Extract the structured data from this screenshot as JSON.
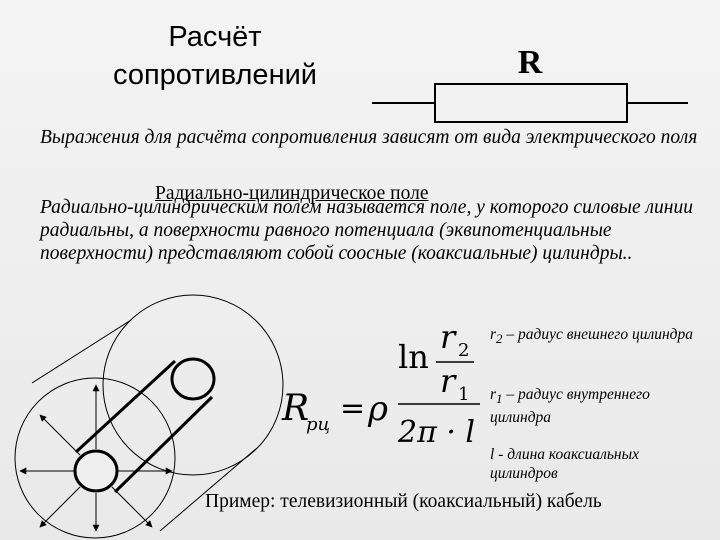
{
  "slide": {
    "title_line1": "Расчёт",
    "title_line2": "сопротивлений",
    "resistor_label": "R"
  },
  "text": {
    "intro": "Выражения для расчёта сопротивления зависят от вида электрического поля",
    "subheading": "Радиально-цилиндрическое поле",
    "definition": "Радиально-цилиндрическим полем называется поле, у которого силовые линии радиальны, а поверхности равного потенциала (эквипотенциальные поверхности) представляют собой соосные (коаксиальные) цилиндры.."
  },
  "formula": {
    "lhs": "R",
    "lhs_subscript": "рц",
    "equals": "=",
    "rho": "ρ",
    "ln": "ln",
    "r2": "r",
    "r2_sub": "2",
    "r1": "r",
    "r1_sub": "1",
    "denominator": "2π · l"
  },
  "legend": {
    "r2_sym": "r",
    "r2_sub": "2",
    "r2_text": " – радиус внешнего цилиндра",
    "r1_sym": "r",
    "r1_sub": "1",
    "r1_text": " – радиус внутреннего цилиндра",
    "l_text": "l - длина коаксиальных цилиндров"
  },
  "example": "Пример: телевизионный (коаксиальный) кабель"
}
